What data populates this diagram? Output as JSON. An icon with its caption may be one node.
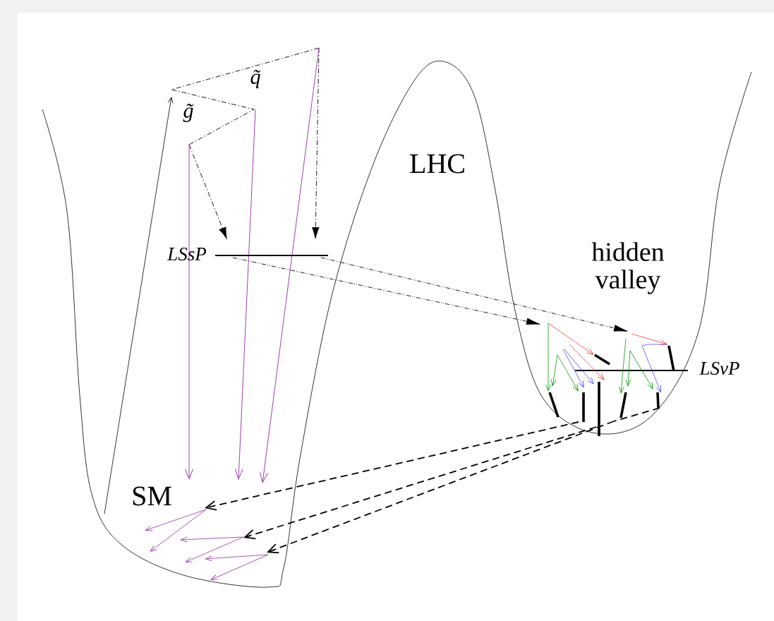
{
  "diagram": {
    "labels": [
      "q̃",
      "g̃",
      "LHC",
      "LSsP",
      "hidden valley",
      "LSvP",
      "SM"
    ]
  }
}
